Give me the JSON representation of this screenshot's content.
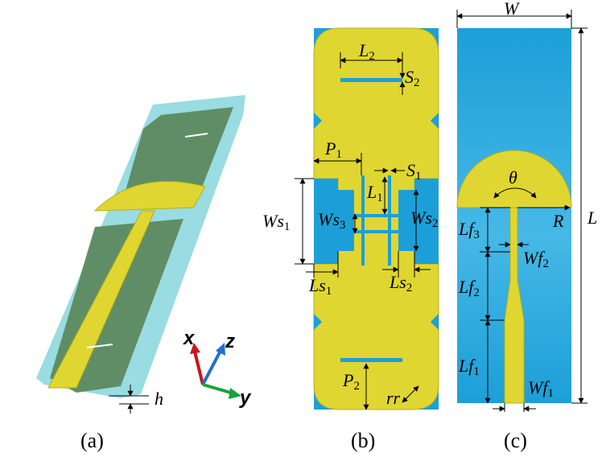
{
  "colors": {
    "substrate": "#8ed8de",
    "ground_dark": "#5f8e66",
    "copper": "#e0d631",
    "copper_dark": "#b9ad18",
    "blue": "#1c9fd8",
    "blue_light": "#46b8e6",
    "axis_x": "#c8151b",
    "axis_y": "#19a33c",
    "axis_z": "#1f6fd0"
  },
  "panels": {
    "a": {
      "caption": "(a)",
      "h": "h"
    },
    "b": {
      "caption": "(b)",
      "L2": {
        "base": "L",
        "sub": "2"
      },
      "S2": {
        "base": "S",
        "sub": "2"
      },
      "P1": {
        "base": "P",
        "sub": "1"
      },
      "S1": {
        "base": "S",
        "sub": "1"
      },
      "L1": {
        "base": "L",
        "sub": "1"
      },
      "Ws1": {
        "base": "Ws",
        "sub": "1"
      },
      "Ws2": {
        "base": "Ws",
        "sub": "2"
      },
      "Ws3": {
        "base": "Ws",
        "sub": "3"
      },
      "Ls1": {
        "base": "Ls",
        "sub": "1"
      },
      "Ls2": {
        "base": "Ls",
        "sub": "2"
      },
      "P2": {
        "base": "P",
        "sub": "2"
      },
      "rr": "rr"
    },
    "c": {
      "caption": "(c)",
      "W": "W",
      "L": "L",
      "theta": "θ",
      "R": "R",
      "Lf3": {
        "base": "Lf",
        "sub": "3"
      },
      "Wf2": {
        "base": "Wf",
        "sub": "2"
      },
      "Lf2": {
        "base": "Lf",
        "sub": "2"
      },
      "Lf1": {
        "base": "Lf",
        "sub": "1"
      },
      "Wf1": {
        "base": "Wf",
        "sub": "1"
      }
    }
  },
  "axes": {
    "x": "x",
    "y": "y",
    "z": "z"
  }
}
